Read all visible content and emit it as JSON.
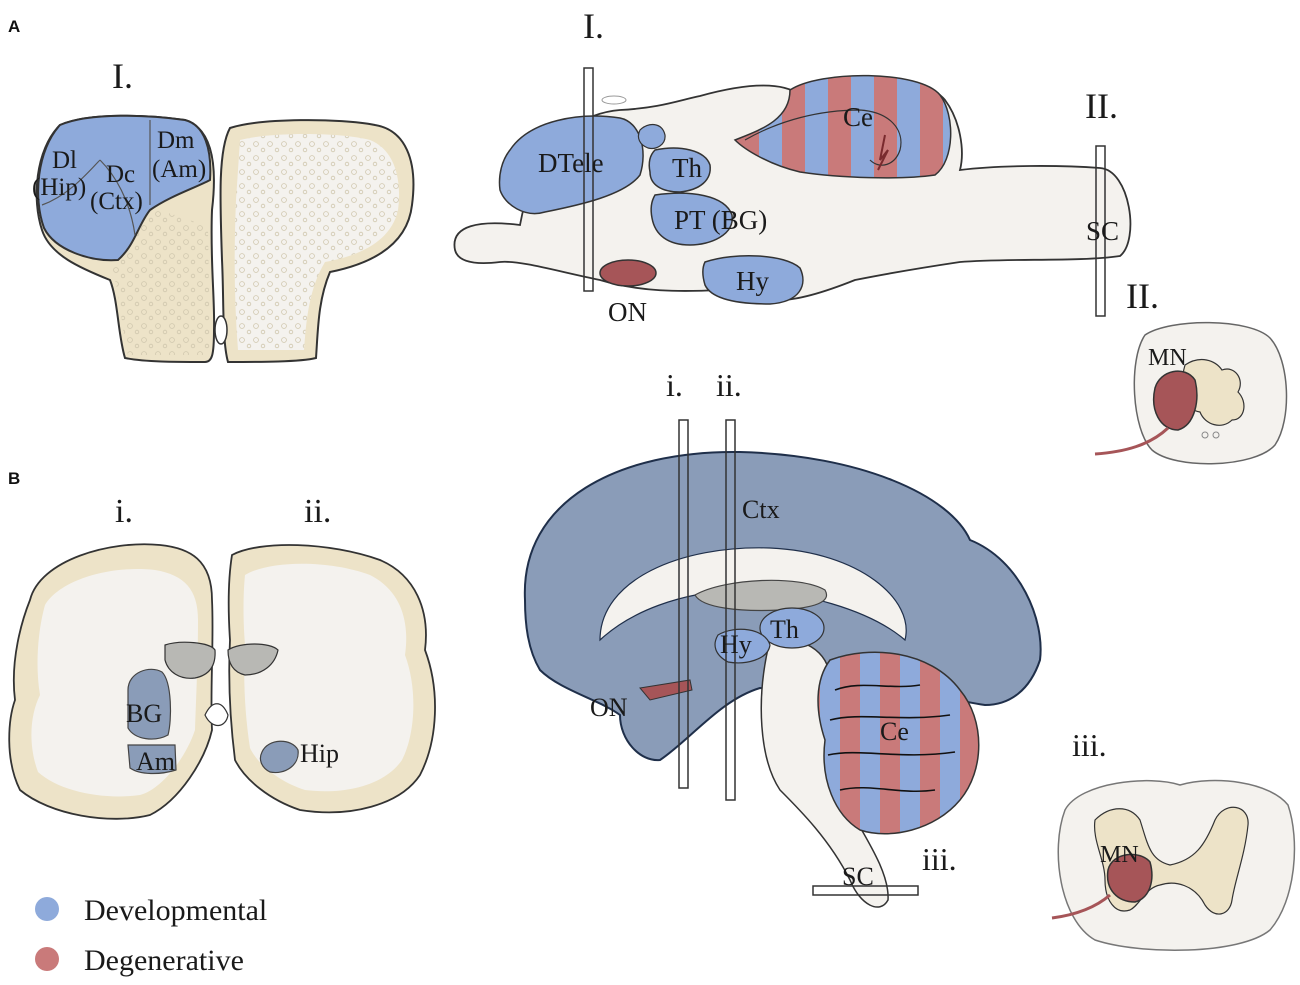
{
  "panels": {
    "a": "A",
    "b": "B"
  },
  "panel_a": {
    "coronal_title": "I.",
    "coronal_labels": {
      "dl": "Dl",
      "hip": "(Hip)",
      "dc": "Dc",
      "ctx": "(Ctx)",
      "dm": "Dm",
      "am": "(Am)"
    },
    "sagittal_title_1": "I.",
    "sagittal_title_2": "II.",
    "sagittal_labels": {
      "dtele": "DTele",
      "th": "Th",
      "pt": "PT (BG)",
      "ce": "Ce",
      "sc": "SC",
      "hy": "Hy",
      "on": "ON"
    },
    "spinal_title": "II.",
    "spinal_mn": "MN"
  },
  "panel_b": {
    "coronal_i": "i.",
    "coronal_ii": "ii.",
    "coronal_labels": {
      "bg": "BG",
      "am": "Am",
      "hip": "Hip"
    },
    "sagittal_i": "i.",
    "sagittal_ii": "ii.",
    "sagittal_iii": "iii.",
    "sagittal_labels": {
      "ctx": "Ctx",
      "th": "Th",
      "hy": "Hy",
      "on": "ON",
      "ce": "Ce",
      "sc": "SC"
    },
    "spinal_title": "iii.",
    "spinal_mn": "MN"
  },
  "legend": {
    "items": [
      {
        "label": "Developmental",
        "color": "#8eaadb"
      },
      {
        "label": "Degenerative",
        "color": "#c97a7a"
      }
    ]
  },
  "colors": {
    "developmental": "#8eaadb",
    "degenerative": "#c97a7a",
    "dark_red": "#a65558",
    "human_blue": "#8a9cb8",
    "tissue_beige": "#ede3c8",
    "tissue_white": "#f4f2ee",
    "ventricle_gray": "#b8b8b4"
  }
}
